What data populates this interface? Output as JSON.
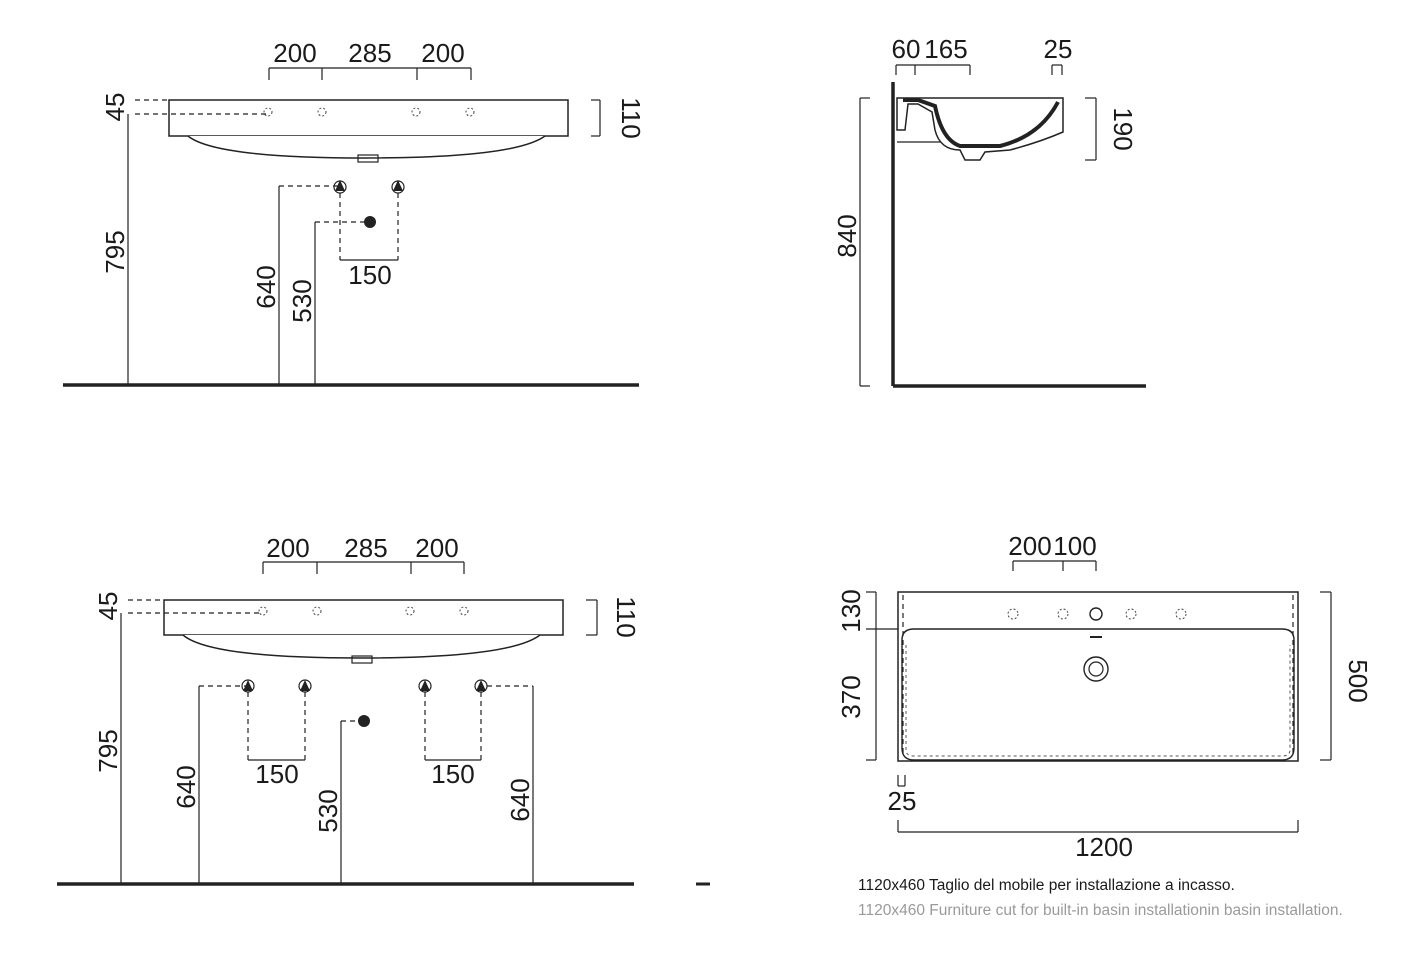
{
  "view_top_left": {
    "top_dims": [
      "200",
      "285",
      "200"
    ],
    "dim_45": "45",
    "dim_110": "110",
    "dim_795": "795",
    "dim_640": "640",
    "dim_530": "530",
    "dim_150": "150"
  },
  "view_side": {
    "dim_60": "60",
    "dim_165": "165",
    "dim_25": "25",
    "dim_190": "190",
    "dim_840": "840"
  },
  "view_bottom_left": {
    "top_dims": [
      "200",
      "285",
      "200"
    ],
    "dim_45": "45",
    "dim_110": "110",
    "dim_795": "795",
    "dim_640_left": "640",
    "dim_150_left": "150",
    "dim_530": "530",
    "dim_150_right": "150",
    "dim_640_right": "640"
  },
  "view_plan": {
    "dim_200": "200",
    "dim_100": "100",
    "dim_130": "130",
    "dim_370": "370",
    "dim_500": "500",
    "dim_25": "25",
    "dim_1200": "1200"
  },
  "notes": {
    "italian": "1120x460 Taglio del mobile per installazione a incasso.",
    "english": "1120x460 Furniture cut for built-in basin installationin basin installation."
  }
}
